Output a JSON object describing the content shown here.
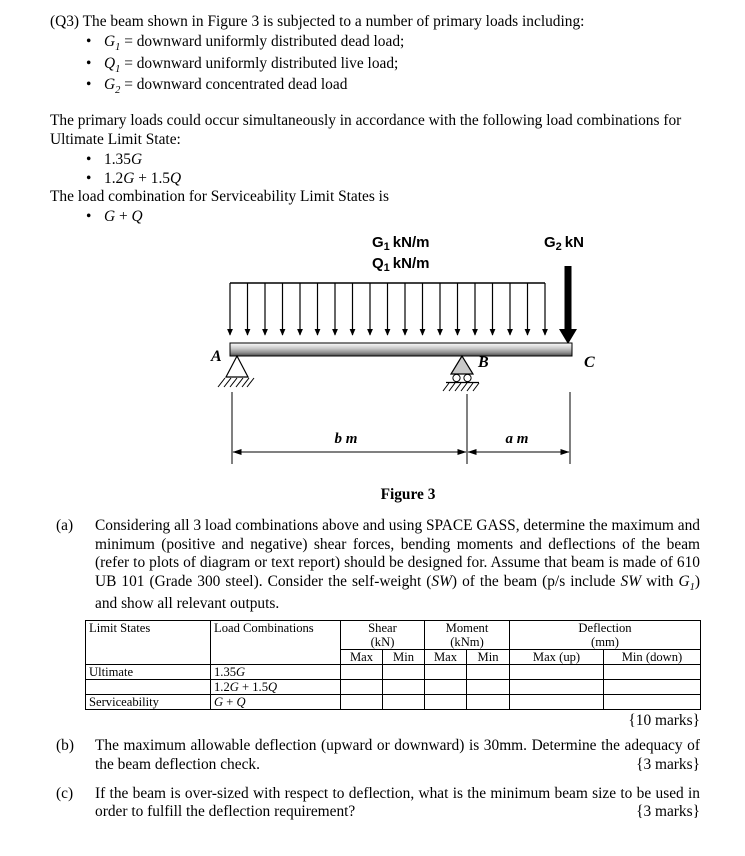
{
  "colors": {
    "page_bg": "#ffffff",
    "text": "#000000",
    "beam_dark": "#4a4a4a",
    "support_fill": "#c8c8c8"
  },
  "glyphs": {
    "bullet": "•"
  },
  "intro": {
    "q3": "(Q3) The beam shown in Figure 3 is subjected to a number of primary loads including:",
    "load_bullets": [
      {
        "runs": [
          {
            "t": "G",
            "i": 1
          },
          {
            "t": "1",
            "i": 1,
            "sub": 1
          },
          {
            "t": " = downward uniformly distributed dead load;"
          }
        ]
      },
      {
        "runs": [
          {
            "t": "Q",
            "i": 1
          },
          {
            "t": "1",
            "i": 1,
            "sub": 1
          },
          {
            "t": " = downward uniformly distributed live load;"
          }
        ]
      },
      {
        "runs": [
          {
            "t": "G",
            "i": 1
          },
          {
            "t": "2",
            "i": 1,
            "sub": 1
          },
          {
            "t": " = downward concentrated dead load"
          }
        ]
      }
    ],
    "uls_para": "The primary loads could occur simultaneously in accordance with the following load combinations for Ultimate Limit State:",
    "uls_bullets": [
      {
        "runs": [
          {
            "t": "1.35"
          },
          {
            "t": "G",
            "i": 1
          }
        ]
      },
      {
        "runs": [
          {
            "t": "1.2"
          },
          {
            "t": "G",
            "i": 1
          },
          {
            "t": " + 1.5"
          },
          {
            "t": "Q",
            "i": 1
          }
        ]
      }
    ],
    "sls_para": "The load combination for Serviceability Limit States is",
    "sls_bullets": [
      {
        "runs": [
          {
            "t": "G",
            "i": 1
          },
          {
            "t": " + "
          },
          {
            "t": "Q",
            "i": 1
          }
        ]
      }
    ]
  },
  "figure": {
    "labels": {
      "g1": {
        "sym": "G",
        "sub": "1",
        "unit": "kN/m"
      },
      "q1": {
        "sym": "Q",
        "sub": "1",
        "unit": "kN/m"
      },
      "g2": {
        "sym": "G",
        "sub": "2",
        "unit": "kN"
      },
      "support_a": "A",
      "support_b": "B",
      "point_c": "C",
      "dim_b": "b m",
      "dim_a": "a m"
    },
    "caption": "Figure 3"
  },
  "part_a": {
    "label": "(a)",
    "runs": [
      {
        "t": "Considering all 3 load combinations above and using SPACE GASS, determine the maximum and minimum (positive and negative) shear forces, bending moments and deflections of the beam (refer to plots of diagram or text report) should be designed for. Assume that beam is made of 610 UB 101 (Grade 300 steel). Consider the self-weight ("
      },
      {
        "t": "SW",
        "i": 1
      },
      {
        "t": ") of the beam (p/s include "
      },
      {
        "t": "SW",
        "i": 1
      },
      {
        "t": " with "
      },
      {
        "t": "G",
        "i": 1
      },
      {
        "t": "1",
        "i": 1,
        "sub": 1
      },
      {
        "t": ") and show all relevant outputs."
      }
    ],
    "marks": "{10 marks}"
  },
  "table": {
    "headers": {
      "limit_states": "Limit States",
      "load_combinations": "Load Combinations",
      "shear": "Shear",
      "shear_unit": "(kN)",
      "moment": "Moment",
      "moment_unit": "(kNm)",
      "deflection": "Deflection",
      "deflection_unit": "(mm)",
      "max": "Max",
      "min": "Min",
      "max_up": "Max (up)",
      "min_down": "Min (down)"
    },
    "rows": [
      {
        "limit_state": "Ultimate",
        "combo_runs": [
          {
            "t": "1.35"
          },
          {
            "t": "G",
            "i": 1
          }
        ]
      },
      {
        "limit_state": "",
        "combo_runs": [
          {
            "t": "1.2"
          },
          {
            "t": "G",
            "i": 1
          },
          {
            "t": " + 1.5"
          },
          {
            "t": "Q",
            "i": 1
          }
        ]
      },
      {
        "limit_state": "Serviceability",
        "combo_runs": [
          {
            "t": "G",
            "i": 1
          },
          {
            "t": " + "
          },
          {
            "t": "Q",
            "i": 1
          }
        ]
      }
    ]
  },
  "part_b": {
    "label": "(b)",
    "text": "The maximum allowable deflection (upward or downward) is 30mm. Determine the adequacy of the beam deflection check.",
    "marks": "{3 marks}"
  },
  "part_c": {
    "label": "(c)",
    "text": "If the beam is over-sized with respect to deflection, what is the minimum beam size to be used in order to fulfill the deflection requirement?",
    "marks": "{3 marks}"
  }
}
